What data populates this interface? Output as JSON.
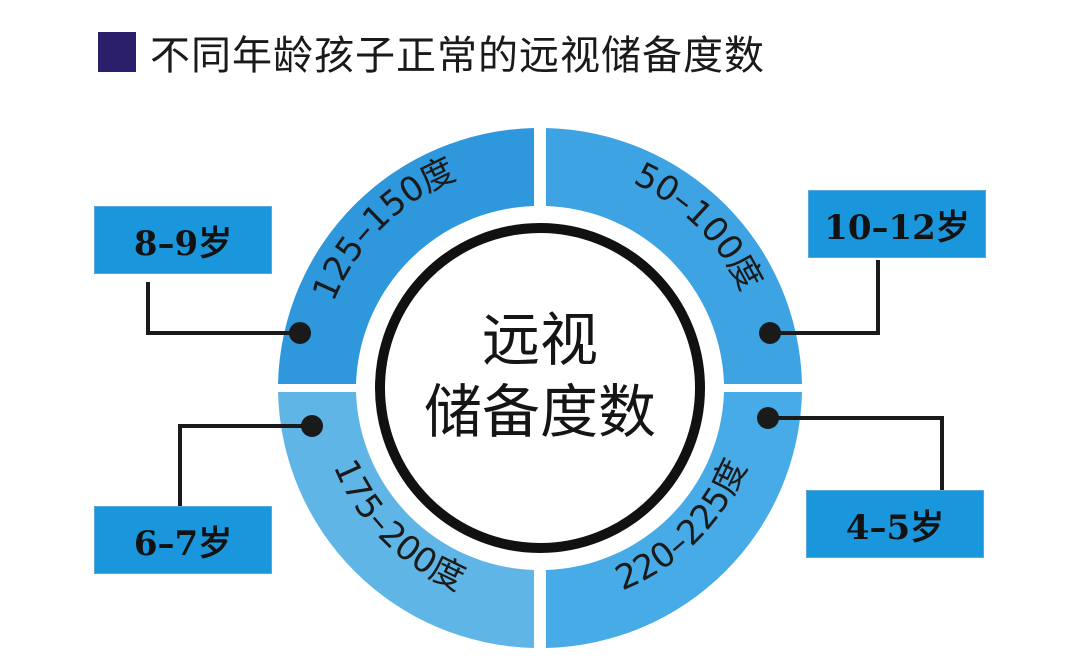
{
  "title": "不同年龄孩子正常的远视储备度数",
  "center": {
    "line1": "远视",
    "line2": "储备度数"
  },
  "segments": [
    {
      "range": "125–150度",
      "age": "8–9岁",
      "color": "#2f97dc"
    },
    {
      "range": "50–100度",
      "age": "10–12岁",
      "color": "#3ea3e2"
    },
    {
      "range": "175–200度",
      "age": "6–7岁",
      "color": "#5fb6e6"
    },
    {
      "range": "220–225度",
      "age": "4–5岁",
      "color": "#46abe6"
    }
  ],
  "colors": {
    "title_square": "#2b1f6b",
    "age_box": "#1a97dc",
    "connector": "#1a1a1a"
  }
}
